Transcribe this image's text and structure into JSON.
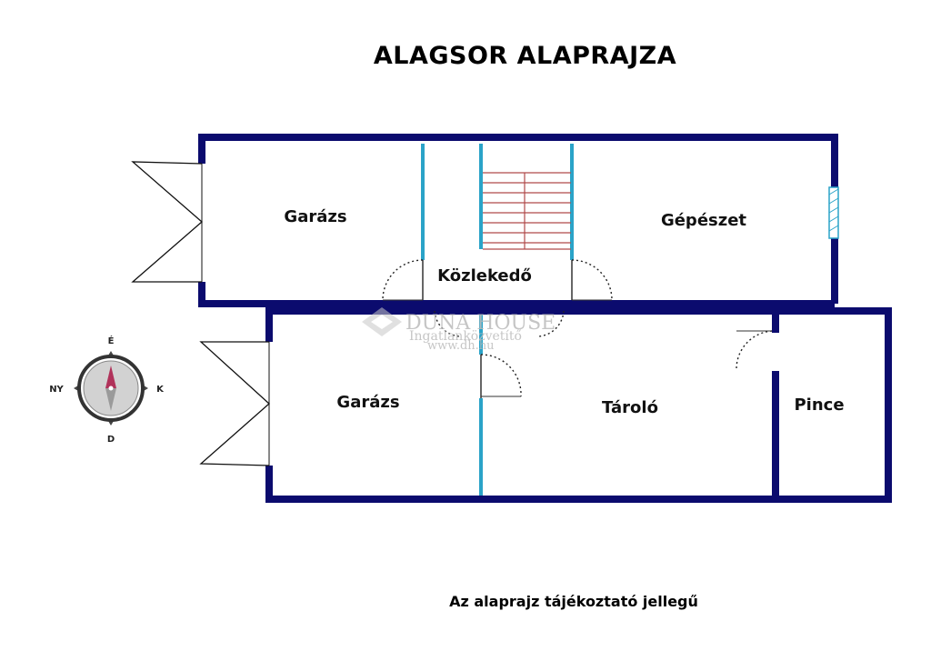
{
  "title": "ALAGSOR ALAPRAJZA",
  "footer": "Az alaprajz tájékoztató jellegű",
  "rooms": {
    "garage_top": "Garázs",
    "corridor": "Közlekedő",
    "mechanical": "Gépészet",
    "garage_bottom": "Garázs",
    "storage": "Tároló",
    "cellar": "Pince"
  },
  "compass": {
    "north": "É",
    "south": "D",
    "east": "K",
    "west": "NY"
  },
  "watermark": {
    "brand": "DUNA HOUSE",
    "sub": "Ingatlanközvetítő",
    "url": "www.dh.hu"
  },
  "colors": {
    "wall": "#0b0b6e",
    "partition": "#2aa3c8",
    "stairs": "#b04a4a",
    "compass_needle": "#b0325a"
  }
}
